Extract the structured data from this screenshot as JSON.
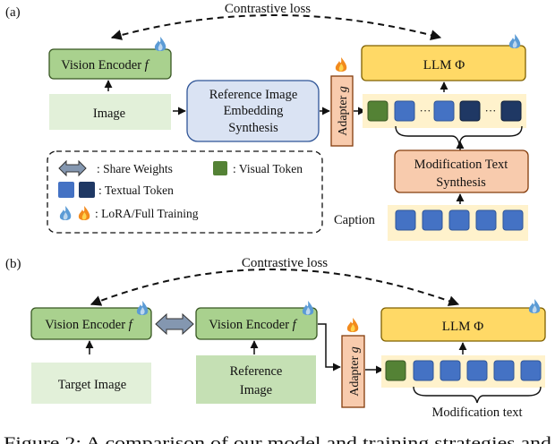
{
  "panel_a": {
    "label": "(a)",
    "top_caption": "Contrastive loss",
    "vision_encoder": "Vision Encoder",
    "vision_encoder_symbol": "f",
    "image_label": "Image",
    "reference_synthesis": [
      "Reference Image",
      "Embedding",
      "Synthesis"
    ],
    "adapter": "Adapter",
    "adapter_symbol": "g",
    "llm": "LLM Φ",
    "modification_synthesis": [
      "Modification Text",
      "Synthesis"
    ],
    "caption_label": "Caption",
    "ellipsis": "···",
    "legend": {
      "share_weights": ": Share Weights",
      "visual_token": ": Visual Token",
      "textual_token": ": Textual Token",
      "training": ": LoRA/Full Training"
    }
  },
  "panel_b": {
    "label": "(b)",
    "top_caption": "Contrastive loss",
    "vision_encoder_left": "Vision Encoder",
    "vision_encoder_right": "Vision Encoder",
    "vision_encoder_symbol": "f",
    "target_image": "Target Image",
    "reference_image": [
      "Reference",
      "Image"
    ],
    "adapter": "Adapter",
    "adapter_symbol": "g",
    "llm": "LLM Φ",
    "modification_text": "Modification text"
  },
  "figure_caption": "Figure 2: A comparison of our model and training strategies and",
  "colors": {
    "green_box": "#a9d18e",
    "light_green": "#e2f0d9",
    "mid_green": "#c5e0b4",
    "blue_box": "#dae3f3",
    "yellow_box": "#ffd966",
    "salmon_box": "#f8cbad",
    "token_band": "#fff2cc",
    "textual_token_light": "#4472c4",
    "textual_token_dark": "#1f3864",
    "visual_token": "#548235",
    "flame_orange": "#f28a1d",
    "flame_blue": "#5b9bd5"
  }
}
